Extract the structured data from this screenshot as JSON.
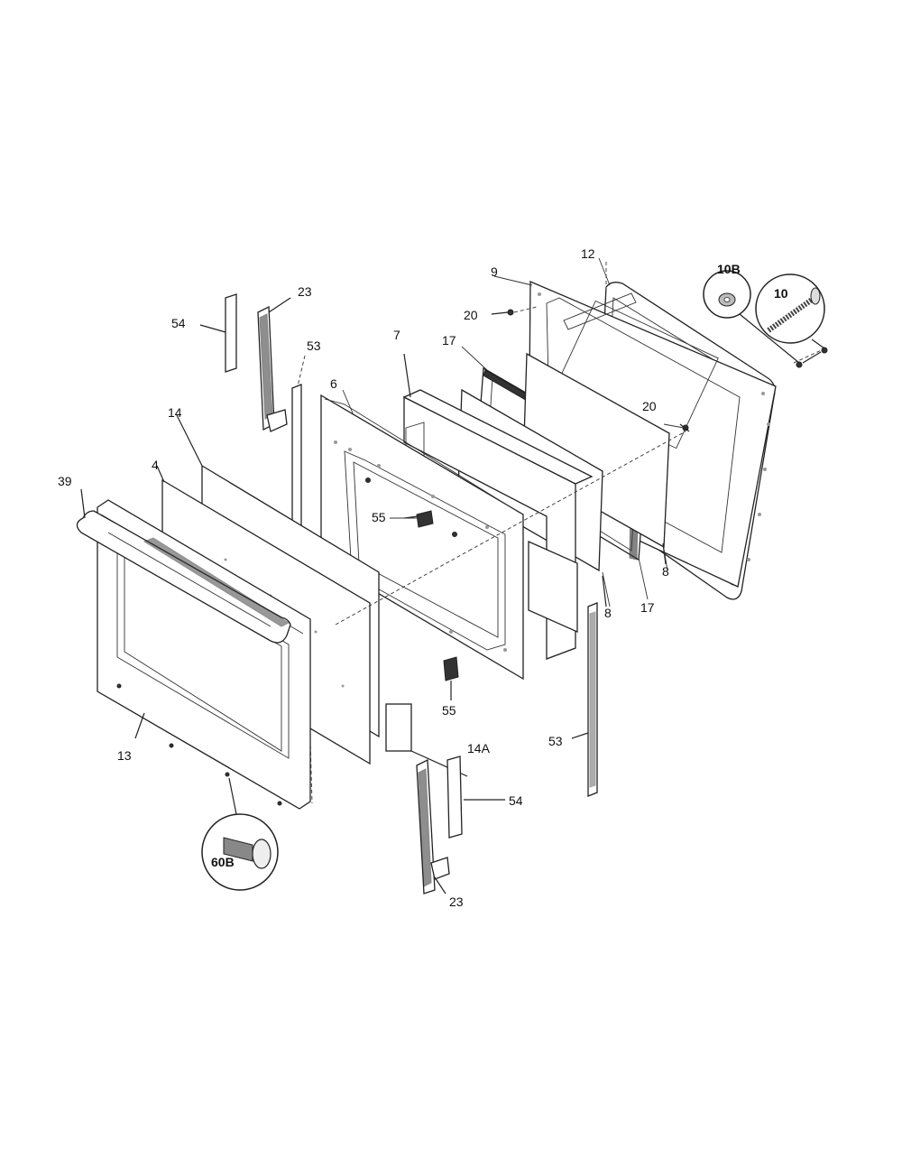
{
  "diagram": {
    "labels": {
      "l39": "39",
      "l4": "4",
      "l14": "14",
      "l54a": "54",
      "l23a": "23",
      "l53a": "53",
      "l6": "6",
      "l7": "7",
      "l17a": "17",
      "l20a": "20",
      "l9": "9",
      "l12": "12",
      "l10b": "10B",
      "l10": "10",
      "l20b": "20",
      "l55a": "55",
      "l8a": "8",
      "l8b": "8",
      "l17b": "17",
      "l55b": "55",
      "l53b": "53",
      "l14a": "14A",
      "l13": "13",
      "l54b": "54",
      "l60b": "60B",
      "l23b": "23"
    }
  }
}
